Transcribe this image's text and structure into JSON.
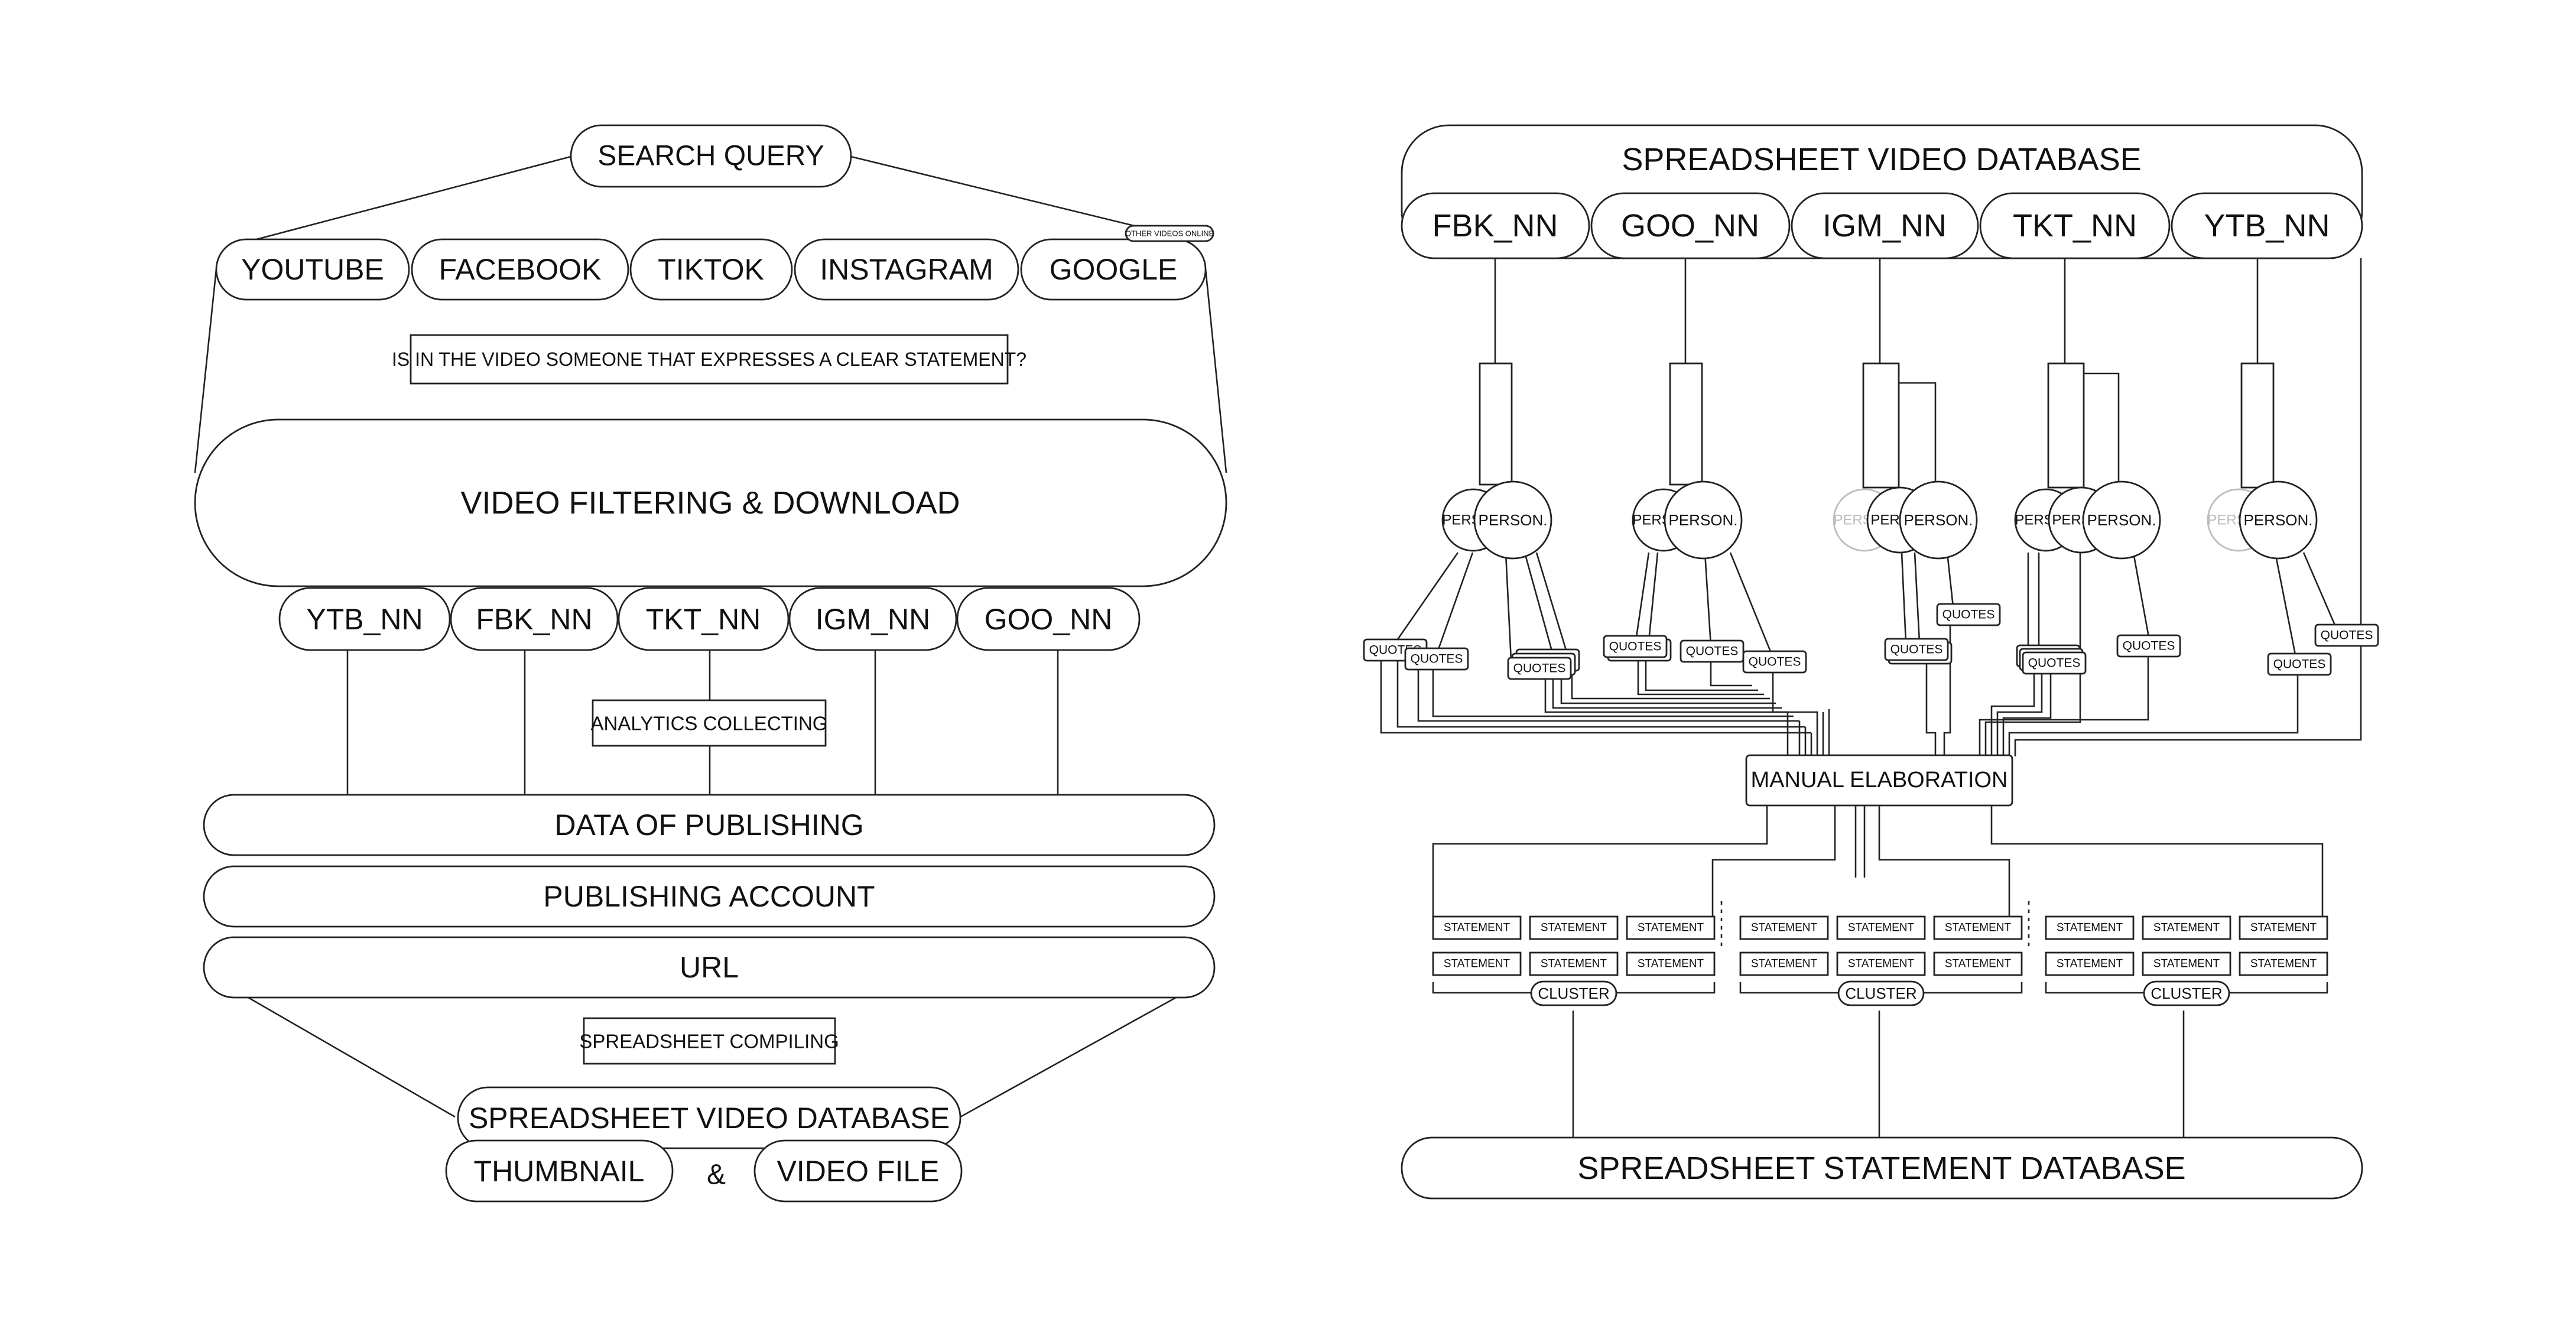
{
  "left": {
    "search_query": "SEARCH QUERY",
    "other_videos": "OTHER VIDEOS ONLINE",
    "platforms": [
      "YOUTUBE",
      "FACEBOOK",
      "TIKTOK",
      "INSTAGRAM",
      "GOOGLE"
    ],
    "question": "IS IN THE VIDEO SOMEONE THAT EXPRESSES A CLEAR STATEMENT?",
    "filtering": "VIDEO FILTERING & DOWNLOAD",
    "codes": [
      "YTB_NN",
      "FBK_NN",
      "TKT_NN",
      "IGM_NN",
      "GOO_NN"
    ],
    "analytics": "ANALYTICS COLLECTING",
    "data_of_publishing": "DATA OF PUBLISHING",
    "publishing_account": "PUBLISHING ACCOUNT",
    "url": "URL",
    "compiling": "SPREADSHEET COMPILING",
    "database": "SPREADSHEET VIDEO DATABASE",
    "thumbnail": "THUMBNAIL",
    "ampersand": "&",
    "video_file": "VIDEO FILE"
  },
  "right": {
    "database": "SPREADSHEET VIDEO DATABASE",
    "codes": [
      "FBK_NN",
      "GOO_NN",
      "IGM_NN",
      "TKT_NN",
      "YTB_NN"
    ],
    "person_label": "PERSON.",
    "person_clipped": "PERS",
    "quotes_label": "QUOTES",
    "manual": "MANUAL ELABORATION",
    "statement_label": "STATEMENT",
    "cluster_label": "CLUSTER",
    "statement_db": "SPREADSHEET STATEMENT DATABASE"
  },
  "colors": {
    "stroke": "#222222",
    "faint": "#bdbdbd",
    "background": "#ffffff"
  }
}
